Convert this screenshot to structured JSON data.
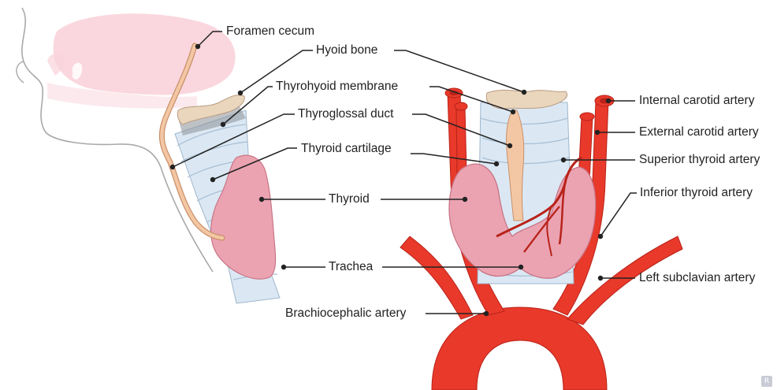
{
  "labels": {
    "foramen_cecum": "Foramen cecum",
    "hyoid_bone": "Hyoid bone",
    "thyrohyoid_membrane": "Thyrohyoid membrane",
    "thyroglossal_duct": "Thyroglossal duct",
    "thyroid_cartilage": "Thyroid cartilage",
    "thyroid": "Thyroid",
    "trachea": "Trachea",
    "brachiocephalic_artery": "Brachiocephalic artery",
    "internal_carotid_artery": "Internal carotid artery",
    "external_carotid_artery": "External carotid artery",
    "superior_thyroid_artery": "Superior thyroid artery",
    "inferior_thyroid_artery": "Inferior thyroid artery",
    "left_subclavian_artery": "Left subclavian artery"
  },
  "watermark": "R",
  "colors": {
    "artery": "#e8392a",
    "artery_dark": "#b8231a",
    "thyroid": "#eba3b2",
    "thyroid_dark": "#c97586",
    "cartilage": "#dbe8f4",
    "bone": "#ead5bd",
    "duct": "#f3c7a4",
    "tongue": "#f9d3dc",
    "leader": "#222222"
  },
  "icons": {
    "watermark": "logo-badge-icon"
  }
}
